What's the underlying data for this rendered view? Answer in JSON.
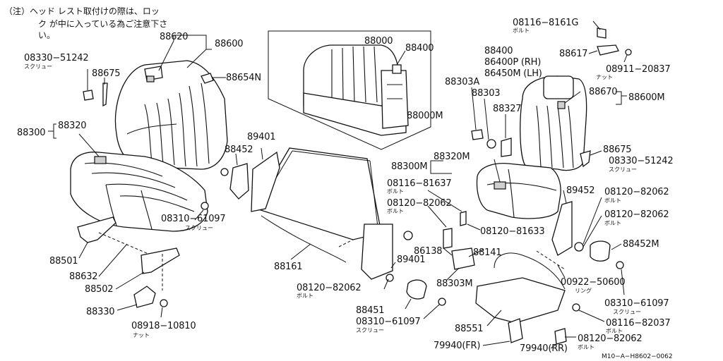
{
  "note": {
    "line1": "（注）ヘッド レスト取付けの際は、ロッ",
    "line2": "ク が中に入っている為ご注意下さ",
    "line3": "い。"
  },
  "labels": {
    "p88620": "88620",
    "p88600": "88600",
    "p08330_a": "08330−51242",
    "screw_a": "スクリュー",
    "p88675_a": "88675",
    "p88654N": "88654N",
    "p88300": "88300",
    "p88320": "88320",
    "p88452": "88452",
    "p89401_top": "89401",
    "p08310_a": "08310−61097",
    "screw_b": "スクリュー",
    "p88501": "88501",
    "p88632": "88632",
    "p88502": "88502",
    "p88330": "88330",
    "p08918": "08918−10810",
    "nut_a": "ナット",
    "p88161": "88161",
    "p88000": "88000",
    "p88400_inset": "88400",
    "p88000M": "88000M",
    "p08116_a": "08116−8161G",
    "bolt_a": "ボルト",
    "p88400": "88400",
    "p86400P": "86400P (RH)",
    "p86450M": "86450M (LH)",
    "p88617": "88617",
    "p08911": "08911−20837",
    "nut_b": "ナット",
    "p88303A": "88303A",
    "p88303": "88303",
    "p88327": "88327",
    "p88670": "88670",
    "p88600M": "88600M",
    "p88675_b": "88675",
    "p08330_b": "08330−51242",
    "screw_c": "スクリュー",
    "p88300M": "88300M",
    "p88320M": "88320M",
    "p08116_b": "08116−81637",
    "bolt_b": "ボルト",
    "p08120_a": "08120−82062",
    "bolt_c": "ボルト",
    "p08120_b": "08120−81633",
    "p86138": "86138",
    "p88141": "88141",
    "p89401_bot": "89401",
    "p88303M": "88303M",
    "p08120_c": "08120−82062",
    "bolt_d": "ボルト",
    "p88451": "88451",
    "p08310_b": "08310−61097",
    "screw_d": "スクリュー",
    "p89452": "89452",
    "p08120_d": "08120−82062",
    "bolt_e": "ボルト",
    "p08120_e": "08120−82062",
    "bolt_f": "ボルト",
    "p88452M": "88452M",
    "p00922": "00922−50600",
    "ring": "リング",
    "p08310_c": "08310−61097",
    "screw_e": "スクリュー",
    "p08116_c": "08116−82037",
    "bolt_g": "ボルト",
    "p88551": "88551",
    "p08120_f": "08120−82062",
    "bolt_h": "ボルト",
    "p79940FR": "79940(FR)",
    "p79940RR": "79940(RR)",
    "code": "M10−A−H8602−0062"
  }
}
